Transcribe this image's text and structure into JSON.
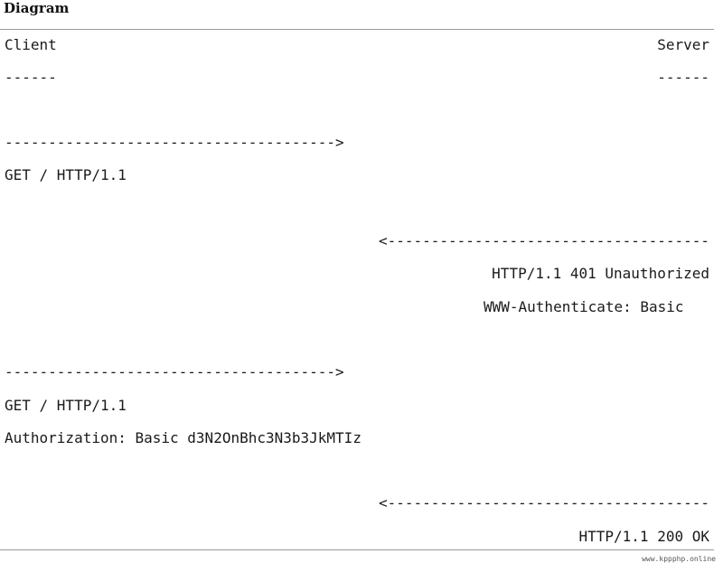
{
  "heading": "Diagram",
  "participants": {
    "client": {
      "label": "Client",
      "underline": "------"
    },
    "server": {
      "label": "Server",
      "underline": "------"
    }
  },
  "arrows": {
    "to_server": "-------------------------------------->",
    "to_client": "<-------------------------------------"
  },
  "messages": {
    "request_1": {
      "line_1": "GET / HTTP/1.1"
    },
    "response_1": {
      "line_1": "HTTP/1.1 401 Unauthorized",
      "line_2": "WWW-Authenticate: Basic"
    },
    "request_2": {
      "line_1": "GET / HTTP/1.1",
      "line_2": "Authorization: Basic d3N2OnBhc3N3b3JkMTIz"
    },
    "response_2": {
      "line_1": "HTTP/1.1 200 OK"
    }
  },
  "watermark": "www.kppphp.online"
}
